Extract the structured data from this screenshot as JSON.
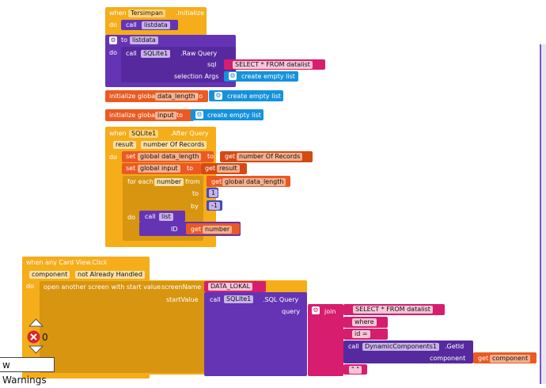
{
  "init_block": {
    "when": "when",
    "component": "Tersimpan",
    "event": ".Initialize",
    "do": "do",
    "call": "call",
    "procedure": "listdata"
  },
  "to_listdata": {
    "to": "to",
    "name": "listdata",
    "do": "do",
    "call": "call",
    "component": "SQLite1",
    "method": ".Raw Query",
    "sql_label": "sql",
    "sql_value": "SELECT * FROM datalist",
    "selection_args_label": "selection Args",
    "create_empty_list": "create empty list"
  },
  "globals": [
    {
      "initialize": "initialize global",
      "name": "data_length",
      "to": "to",
      "value": "create empty list"
    },
    {
      "initialize": "initialize global",
      "name": "input",
      "to": "to",
      "value": "create empty list"
    }
  ],
  "after_query": {
    "when": "when",
    "component": "SQLite1",
    "event": ".After Query",
    "param1": "result",
    "param2": "number Of Records",
    "do": "do",
    "set1": {
      "set": "set",
      "var": "global data_length",
      "to": "to",
      "get": "get",
      "value": "number Of Records"
    },
    "set2": {
      "set": "set",
      "var": "global input",
      "to": "to",
      "get": "get",
      "value": "result"
    },
    "foreach": {
      "label": "for each",
      "var": "number",
      "from": "from",
      "get": "get",
      "from_value": "global data_length",
      "to": "to",
      "to_value": "1",
      "by": "by",
      "by_value": "-1"
    },
    "inner_do": "do",
    "call": "call",
    "procedure": "list",
    "id_label": "ID",
    "id_get": "get",
    "id_value": "number"
  },
  "card_click": {
    "when": "when any Card View.Click",
    "param1": "component",
    "param2": "not Already Handled",
    "do": "do",
    "open_screen": "open another screen with start value",
    "screen_name_label": "screenName",
    "screen_name_value": "DATA_LOKAL",
    "start_value_label": "startValue",
    "call": "call",
    "sqlite": "SQLite1",
    "sql_query": ".SQL Query",
    "query_label": "query",
    "join": "join",
    "join_items": [
      "SELECT * FROM datalist",
      "where",
      "id =",
      "\" \""
    ],
    "call2": "call",
    "dyn": "DynamicComponents1",
    "getid": ".GetId",
    "component_label": "component",
    "get": "get",
    "get_value": "component"
  },
  "warnings": {
    "error_count": "0",
    "button_label": "w Warnings"
  }
}
